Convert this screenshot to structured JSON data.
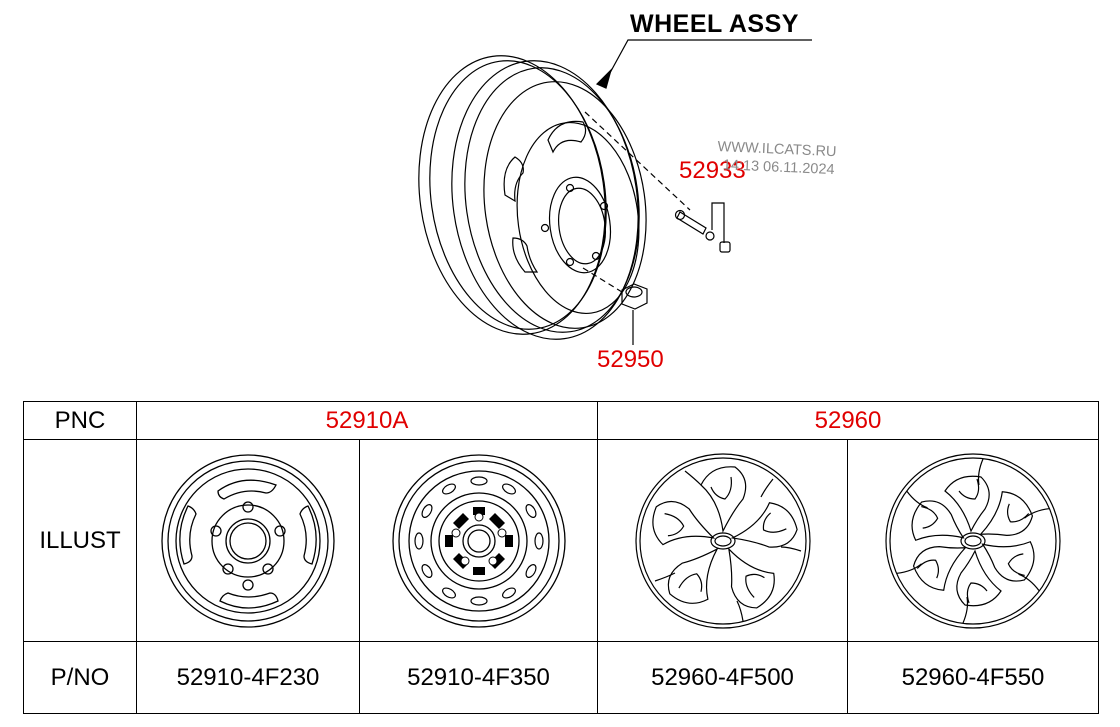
{
  "title": "WHEEL ASSY",
  "callouts": {
    "valve": "52933",
    "nut": "52950"
  },
  "watermark": {
    "line1": "WWW.ILCATS.RU",
    "line2": "14:13 06.11.2024"
  },
  "table": {
    "row_headers": {
      "pnc": "PNC",
      "illust": "ILLUST",
      "pno": "P/NO"
    },
    "pnc_groups": [
      "52910A",
      "52960"
    ],
    "part_numbers": [
      "52910-4F230",
      "52910-4F350",
      "52960-4F500",
      "52960-4F550"
    ],
    "illustrations": [
      "steel-wheel-slotted",
      "steel-wheel-round-holes",
      "wheel-cover-leaf",
      "wheel-cover-leaf-alt"
    ]
  },
  "colors": {
    "pnc": "#e00000",
    "line": "#000000",
    "watermark": "#8a8a8a"
  }
}
